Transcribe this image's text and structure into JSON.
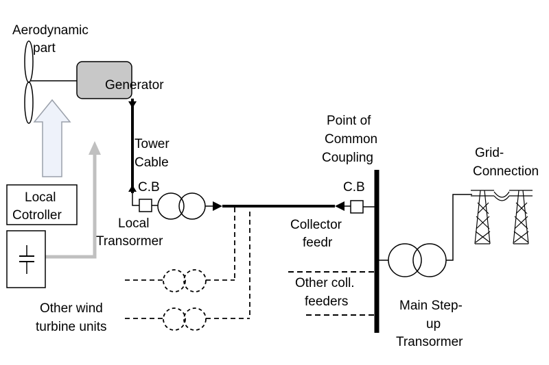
{
  "labels": {
    "aero_line1": "Aerodynamic",
    "aero_line2": "part",
    "generator": "Generator",
    "tower_line1": "Tower",
    "tower_line2": "Cable",
    "cb_left": "C.B",
    "cb_right": "C.B",
    "local_ctrl_line1": "Local",
    "local_ctrl_line2": "Cotroller",
    "local_tr_line1": "Local",
    "local_tr_line2": "Transormer",
    "pcc_line1": "Point of",
    "pcc_line2": "Common",
    "pcc_line3": "Coupling",
    "grid_line1": "Grid-",
    "grid_line2": "Connection",
    "collector_line1": "Collector",
    "collector_line2": "feedr",
    "other_coll_line1": "Other coll.",
    "other_coll_line2": "feeders",
    "other_wind_line1": "Other wind",
    "other_wind_line2": "turbine units",
    "main_tr_line1": "Main Step-",
    "main_tr_line2": "up",
    "main_tr_line3": "Transormer"
  },
  "colors": {
    "line": "#000000",
    "generator_fill": "#c8c8c8",
    "arrow_fill": "#eef2fa",
    "arrow_stroke": "#9aa0aa",
    "signal_gray": "#c0c0c0"
  }
}
